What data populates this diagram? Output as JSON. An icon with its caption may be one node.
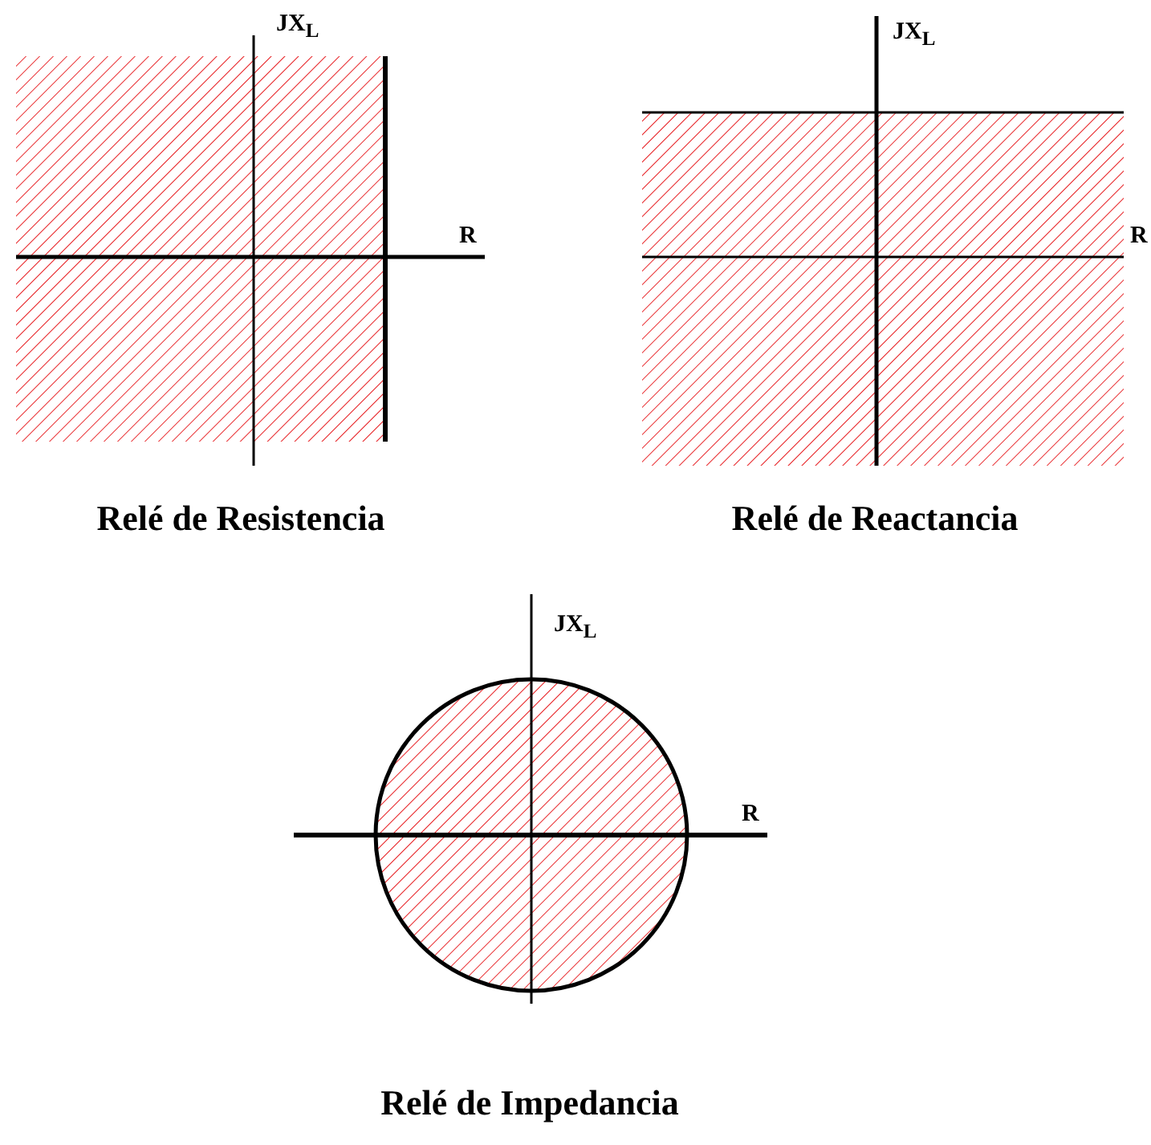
{
  "diagram": {
    "labels": [
      "JX$_{L}$",
      "R",
      "Relé de Resistencia",
      "JX$_{L}$",
      "R",
      "Relé de Reactancia",
      "JX$_{L}$",
      "R",
      "Relé de Impedancia"
    ]
  }
}
